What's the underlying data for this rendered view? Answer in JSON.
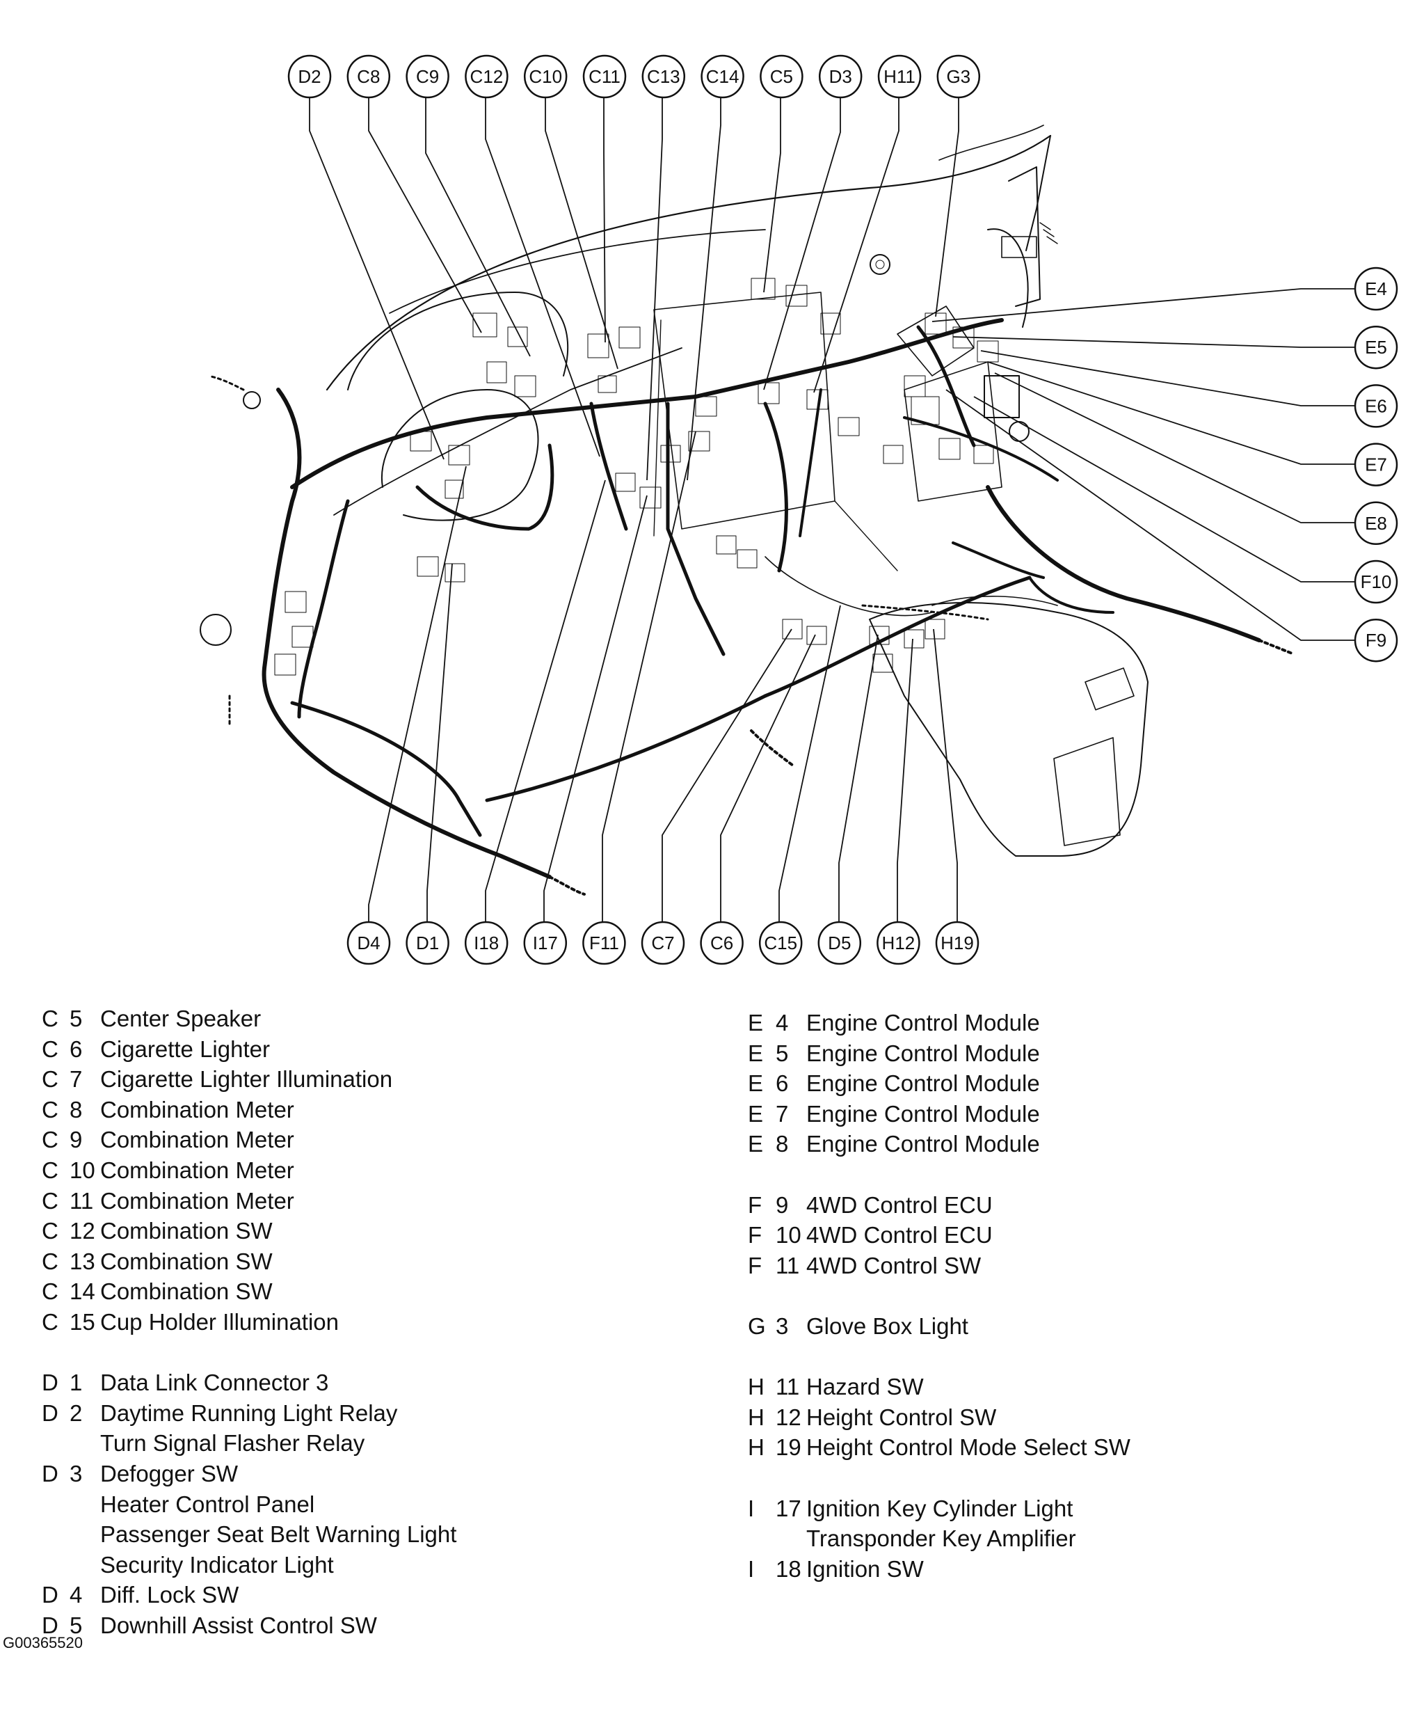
{
  "callouts_top": [
    "D2",
    "C8",
    "C9",
    "C12",
    "C10",
    "C11",
    "C13",
    "C14",
    "C5",
    "D3",
    "H11",
    "G3"
  ],
  "callouts_right": [
    "E4",
    "E5",
    "E6",
    "E7",
    "E8",
    "F10",
    "F9"
  ],
  "callouts_bottom": [
    "D4",
    "D1",
    "I18",
    "I17",
    "F11",
    "C7",
    "C6",
    "C15",
    "D5",
    "H12",
    "H19"
  ],
  "legend_left": [
    {
      "l": "C",
      "n": "5",
      "label": "Center Speaker"
    },
    {
      "l": "C",
      "n": "6",
      "label": "Cigarette Lighter"
    },
    {
      "l": "C",
      "n": "7",
      "label": "Cigarette Lighter Illumination"
    },
    {
      "l": "C",
      "n": "8",
      "label": "Combination Meter"
    },
    {
      "l": "C",
      "n": "9",
      "label": "Combination Meter"
    },
    {
      "l": "C",
      "n": "10",
      "label": "Combination Meter"
    },
    {
      "l": "C",
      "n": "11",
      "label": "Combination Meter"
    },
    {
      "l": "C",
      "n": "12",
      "label": "Combination SW"
    },
    {
      "l": "C",
      "n": "13",
      "label": "Combination SW"
    },
    {
      "l": "C",
      "n": "14",
      "label": "Combination SW"
    },
    {
      "l": "C",
      "n": "15",
      "label": "Cup Holder Illumination"
    },
    {
      "gap": true
    },
    {
      "l": "D",
      "n": "1",
      "label": "Data Link Connector 3"
    },
    {
      "l": "D",
      "n": "2",
      "label": "Daytime Running Light Relay"
    },
    {
      "l": "",
      "n": "",
      "label": "Turn Signal Flasher Relay"
    },
    {
      "l": "D",
      "n": "3",
      "label": "Defogger SW"
    },
    {
      "l": "",
      "n": "",
      "label": "Heater Control Panel"
    },
    {
      "l": "",
      "n": "",
      "label": "Passenger Seat Belt Warning Light"
    },
    {
      "l": "",
      "n": "",
      "label": "Security Indicator Light"
    },
    {
      "l": "D",
      "n": "4",
      "label": "Diff. Lock SW"
    },
    {
      "l": "D",
      "n": "5",
      "label": "Downhill Assist Control SW"
    }
  ],
  "legend_right": [
    {
      "l": "E",
      "n": "4",
      "label": "Engine Control Module"
    },
    {
      "l": "E",
      "n": "5",
      "label": "Engine Control Module"
    },
    {
      "l": "E",
      "n": "6",
      "label": "Engine Control Module"
    },
    {
      "l": "E",
      "n": "7",
      "label": "Engine Control Module"
    },
    {
      "l": "E",
      "n": "8",
      "label": "Engine Control Module"
    },
    {
      "gap": true
    },
    {
      "l": "F",
      "n": "9",
      "label": "4WD Control ECU"
    },
    {
      "l": "F",
      "n": "10",
      "label": "4WD Control ECU"
    },
    {
      "l": "F",
      "n": "11",
      "label": "4WD Control SW"
    },
    {
      "gap": true
    },
    {
      "l": "G",
      "n": "3",
      "label": "Glove Box Light"
    },
    {
      "gap": true
    },
    {
      "l": "H",
      "n": "11",
      "label": "Hazard SW"
    },
    {
      "l": "H",
      "n": "12",
      "label": "Height Control SW"
    },
    {
      "l": "H",
      "n": "19",
      "label": "Height Control Mode Select SW"
    },
    {
      "gap": true
    },
    {
      "l": "I",
      "n": "17",
      "label": "Ignition Key Cylinder Light"
    },
    {
      "l": "",
      "n": "",
      "label": "Transponder Key Amplifier"
    },
    {
      "l": "I",
      "n": "18",
      "label": "Ignition SW"
    }
  ],
  "figure_id": "G00365520"
}
